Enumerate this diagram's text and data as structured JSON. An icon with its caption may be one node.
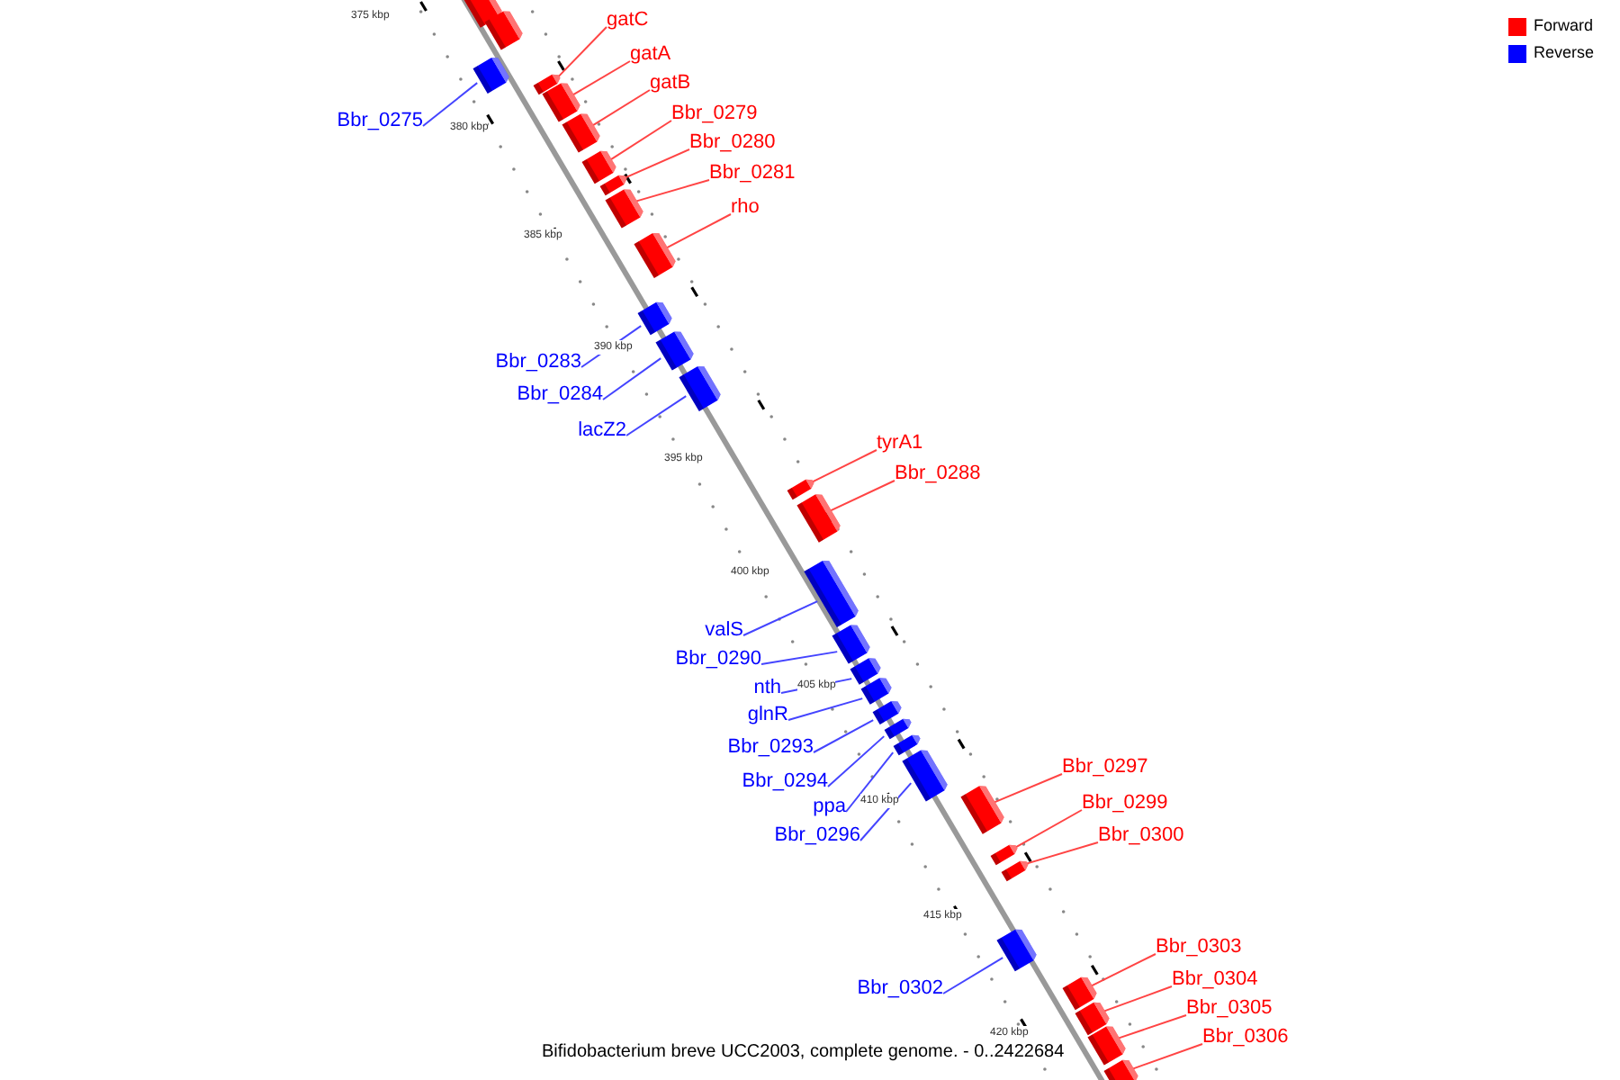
{
  "diagram": {
    "caption": "Bifidobacterium breve UCC2003, complete genome. - 0..2422684",
    "nodes": [
      {
        "text": [],
        "shape": "box"
      },
      {
        "text": [],
        "shape": "box"
      },
      {
        "text": [
          "Bbr_0275"
        ]
      },
      {
        "text": [],
        "shape": "box"
      },
      {
        "text": [
          "gatC"
        ]
      },
      {
        "text": [],
        "shape": "box"
      },
      {
        "text": [
          "gatA"
        ]
      },
      {
        "text": [],
        "shape": "box"
      },
      {
        "text": [
          "gatB"
        ]
      },
      {
        "text": [],
        "shape": "box"
      },
      {
        "text": [
          "Bbr_0279"
        ]
      },
      {
        "text": [],
        "shape": "box"
      },
      {
        "text": [
          "Bbr_0280"
        ]
      },
      {
        "text": [],
        "shape": "box"
      },
      {
        "text": [
          "Bbr_0281"
        ]
      },
      {
        "text": [],
        "shape": "box"
      },
      {
        "text": [
          "rho"
        ]
      },
      {
        "text": [],
        "shape": "box"
      },
      {
        "text": [
          "Bbr_0283"
        ]
      },
      {
        "text": [],
        "shape": "box"
      },
      {
        "text": [
          "Bbr_0284"
        ]
      },
      {
        "text": [],
        "shape": "box"
      },
      {
        "text": [
          "lacZ2"
        ]
      },
      {
        "text": [],
        "shape": "box"
      },
      {
        "text": [
          "tyrA1"
        ]
      },
      {
        "text": [],
        "shape": "box"
      },
      {
        "text": [
          "Bbr_0288"
        ]
      },
      {
        "text": [],
        "shape": "box"
      },
      {
        "text": [
          "valS"
        ]
      },
      {
        "text": [],
        "shape": "box"
      },
      {
        "text": [
          "Bbr_0290"
        ]
      },
      {
        "text": [],
        "shape": "box"
      },
      {
        "text": [
          "nth"
        ]
      },
      {
        "text": [],
        "shape": "box"
      },
      {
        "text": [
          "glnR"
        ]
      },
      {
        "text": [],
        "shape": "box"
      },
      {
        "text": [
          "Bbr_0293"
        ]
      },
      {
        "text": [],
        "shape": "box"
      },
      {
        "text": [
          "Bbr_0294"
        ]
      },
      {
        "text": [],
        "shape": "box"
      },
      {
        "text": [
          "ppa"
        ]
      },
      {
        "text": [],
        "shape": "box"
      },
      {
        "text": [
          "Bbr_0296"
        ]
      },
      {
        "text": [],
        "shape": "box"
      },
      {
        "text": [
          "Bbr_0297"
        ]
      },
      {
        "text": [],
        "shape": "box"
      },
      {
        "text": [
          "Bbr_0299"
        ]
      },
      {
        "text": [],
        "shape": "box"
      },
      {
        "text": [
          "Bbr_0300"
        ]
      },
      {
        "text": [],
        "shape": "box"
      },
      {
        "text": [
          "Bbr_0302"
        ]
      },
      {
        "text": [],
        "shape": "box"
      },
      {
        "text": [
          "Bbr_0303"
        ]
      },
      {
        "text": [],
        "shape": "box"
      },
      {
        "text": [
          "Bbr_0304"
        ]
      },
      {
        "text": [],
        "shape": "box"
      },
      {
        "text": [
          "Bbr_0305"
        ]
      },
      {
        "text": [],
        "shape": "box"
      },
      {
        "text": [
          "Bbr_0306"
        ]
      },
      {
        "text": [],
        "shape": "box"
      }
    ],
    "edges": [
      {
        "from": 2,
        "to": 3,
        "arrow": "none",
        "color": "#4444ff"
      },
      {
        "from": 4,
        "to": 5,
        "arrow": "none"
      },
      {
        "from": 6,
        "to": 7,
        "arrow": "none"
      },
      {
        "from": 8,
        "to": 9,
        "arrow": "none"
      },
      {
        "from": 10,
        "to": 11,
        "arrow": "none"
      },
      {
        "from": 12,
        "to": 13,
        "arrow": "none"
      },
      {
        "from": 14,
        "to": 15,
        "arrow": "none"
      },
      {
        "from": 16,
        "to": 17,
        "arrow": "none"
      },
      {
        "from": 18,
        "to": 19,
        "arrow": "none",
        "color": "#4444ff"
      },
      {
        "from": 20,
        "to": 21,
        "arrow": "none",
        "color": "#4444ff"
      },
      {
        "from": 22,
        "to": 23,
        "arrow": "none",
        "color": "#4444ff"
      },
      {
        "from": 24,
        "to": 25,
        "arrow": "none"
      },
      {
        "from": 26,
        "to": 27,
        "arrow": "none"
      },
      {
        "from": 28,
        "to": 29,
        "arrow": "none",
        "color": "#4444ff"
      },
      {
        "from": 30,
        "to": 31,
        "arrow": "none",
        "color": "#4444ff"
      },
      {
        "from": 32,
        "to": 33,
        "arrow": "none",
        "color": "#4444ff"
      },
      {
        "from": 34,
        "to": 35,
        "arrow": "none",
        "color": "#4444ff"
      },
      {
        "from": 36,
        "to": 37,
        "arrow": "none",
        "color": "#4444ff"
      },
      {
        "from": 38,
        "to": 39,
        "arrow": "none",
        "color": "#4444ff"
      },
      {
        "from": 40,
        "to": 41,
        "arrow": "none",
        "color": "#4444ff"
      },
      {
        "from": 42,
        "to": 43,
        "arrow": "none",
        "color": "#4444ff"
      },
      {
        "from": 44,
        "to": 45,
        "arrow": "none"
      },
      {
        "from": 46,
        "to": 47,
        "arrow": "none"
      },
      {
        "from": 48,
        "to": 49,
        "arrow": "none"
      },
      {
        "from": 50,
        "to": 51,
        "arrow": "none",
        "color": "#4444ff"
      },
      {
        "from": 52,
        "to": 53,
        "arrow": "none"
      },
      {
        "from": 54,
        "to": 55,
        "arrow": "none"
      },
      {
        "from": 56,
        "to": 57,
        "arrow": "none"
      },
      {
        "from": 58,
        "to": 59,
        "arrow": "none"
      }
    ],
    "labels": [
      "375 kbp",
      "380 kbp",
      "385 kbp",
      "390 kbp",
      "395 kbp",
      "400 kbp",
      "405 kbp",
      "410 kbp",
      "415 kbp",
      "420 kbp"
    ],
    "legend": [
      {
        "text": "Forward",
        "color": "#ff0000"
      },
      {
        "text": "Reverse",
        "color": "#0000ff"
      }
    ]
  }
}
